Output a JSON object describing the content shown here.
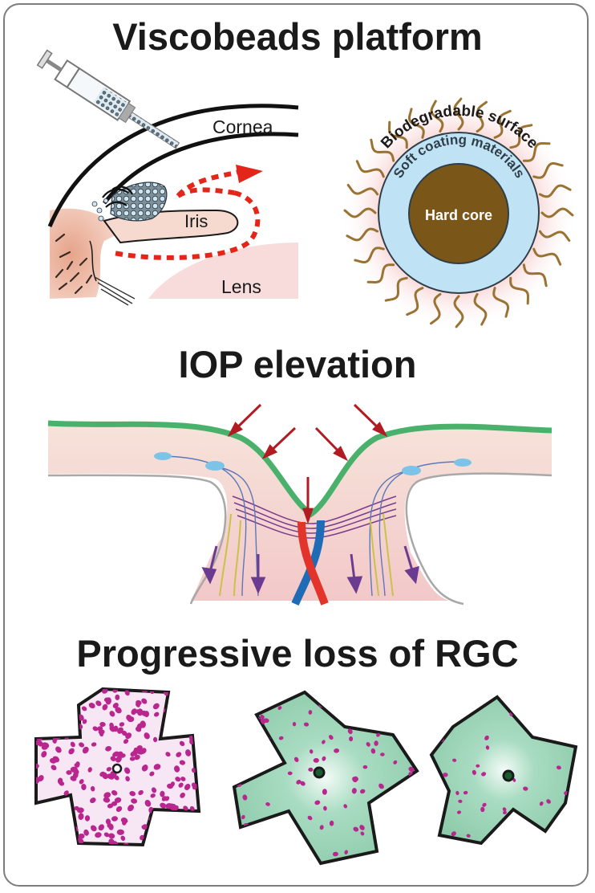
{
  "sections": {
    "platform": {
      "title": "Viscobeads platform",
      "eye_labels": {
        "cornea": "Cornea",
        "iris": "Iris",
        "lens": "Lens"
      },
      "bead_labels": {
        "surface": "Biodegradable surface",
        "coating": "Soft coating materials",
        "core": "Hard core"
      }
    },
    "iop": {
      "title": "IOP elevation"
    },
    "rgc": {
      "title": "Progressive loss of RGC"
    }
  },
  "colors": {
    "arrow_red": "#e32619",
    "bead_core": "#7a5718",
    "bead_coating": "#bfe3f4",
    "bead_coating_edge": "#2f3e48",
    "surface_squiggle": "#9a7332",
    "nerve_tissue": "#f3d9d0",
    "retina_layer": "#49b16c",
    "artery": "#e2342b",
    "vein": "#1f6bb5",
    "rgc_dot": "#b8268e",
    "retina_healthy_fill": "#f7e6f3",
    "retina_damaged_fill": "#a9dcc2",
    "outline": "#1a1a1a"
  },
  "icons": [
    "syringe-icon",
    "down-arrow-icon"
  ]
}
